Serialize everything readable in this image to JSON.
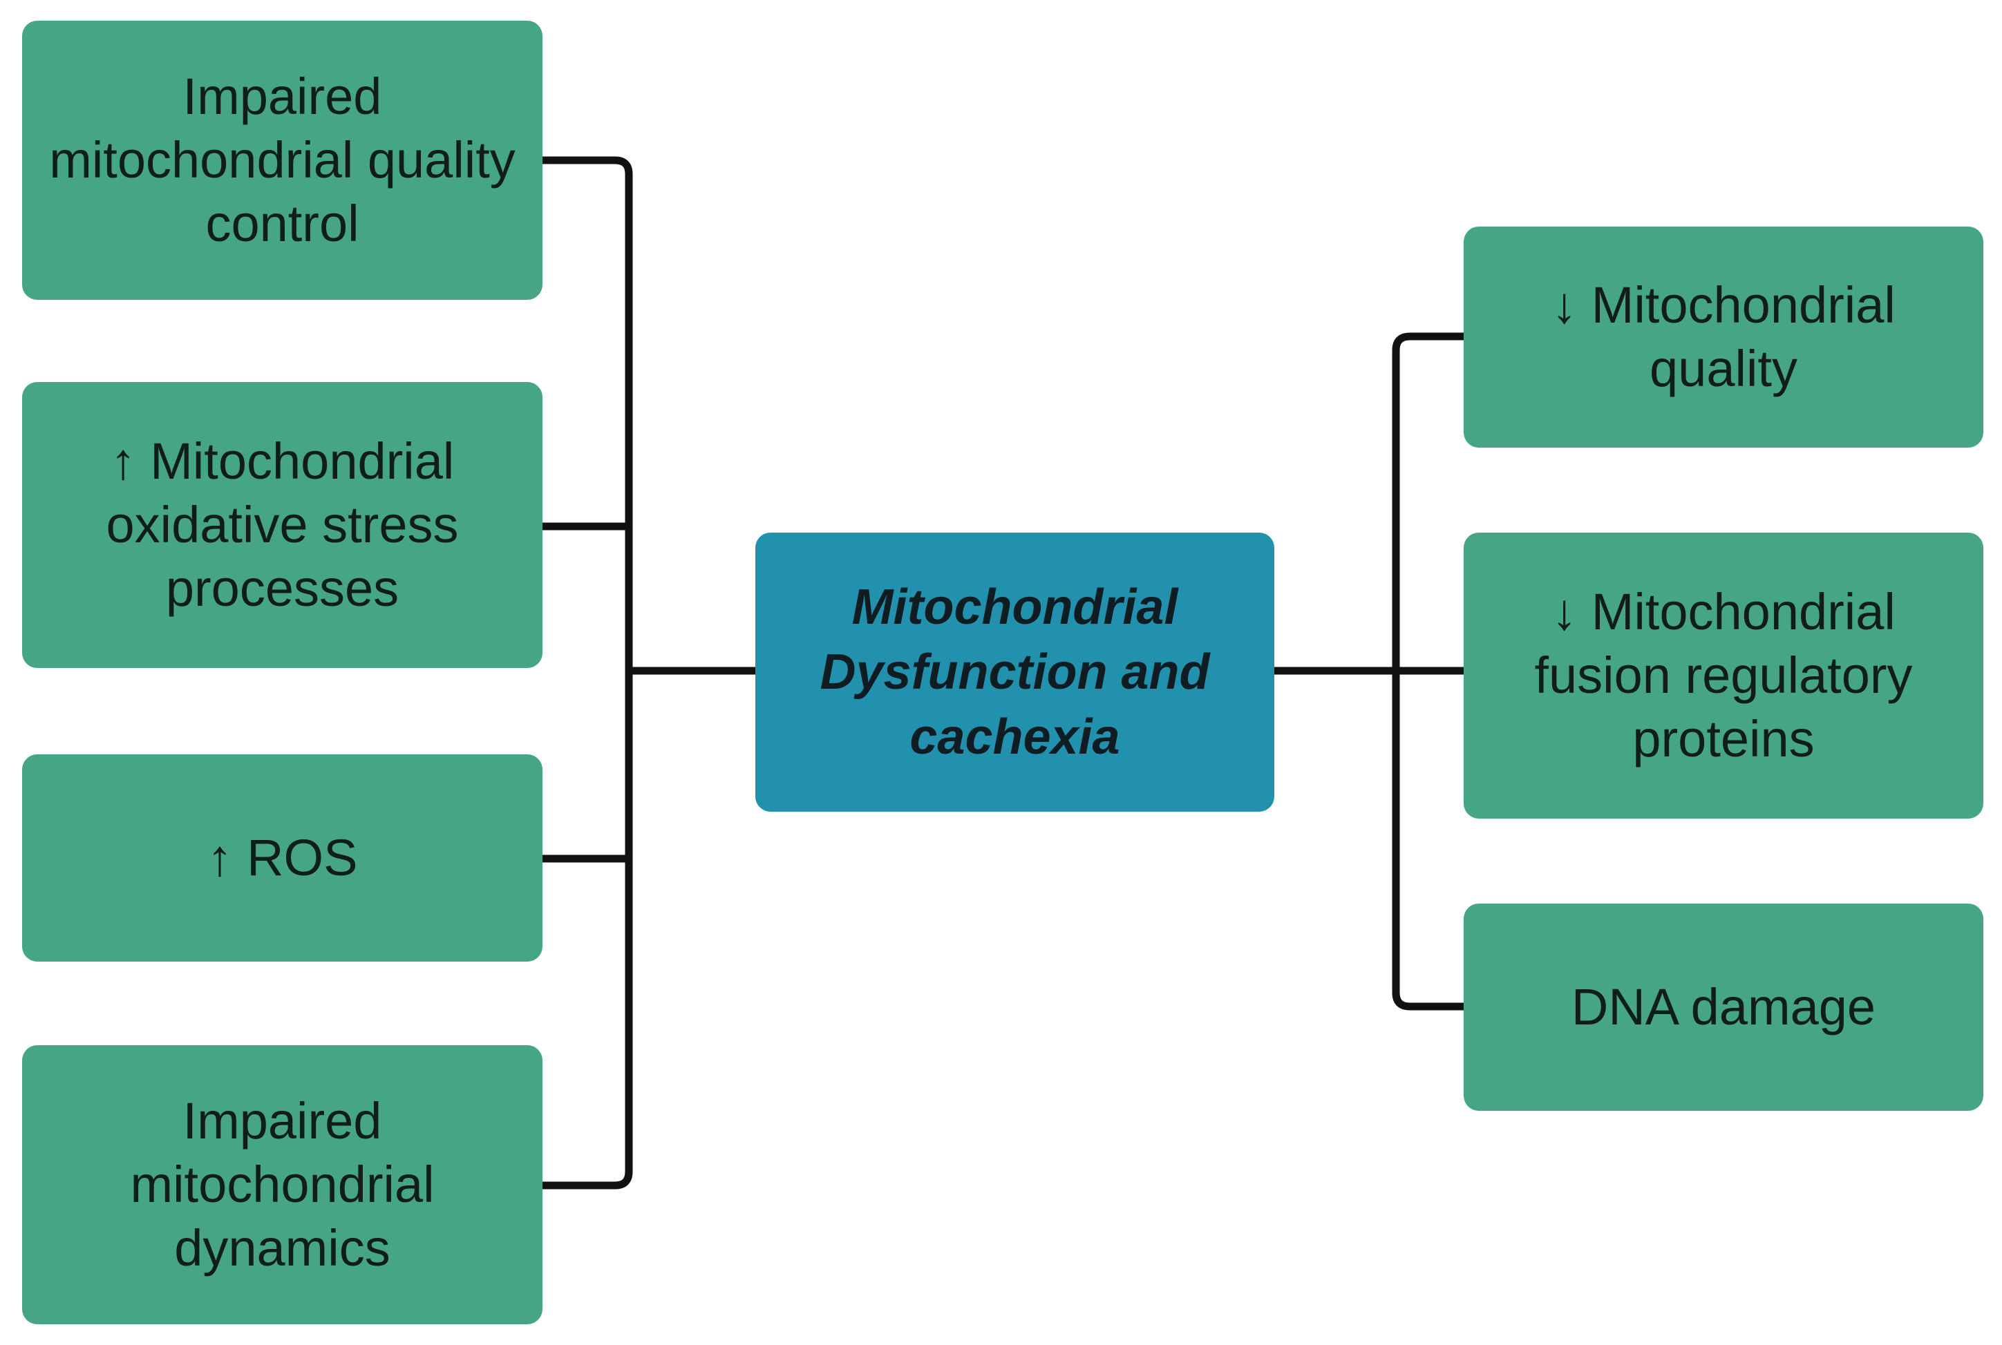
{
  "colors": {
    "side_box": "#45a586",
    "center_box": "#2291ad",
    "connector": "#111111",
    "text": "#111d1a"
  },
  "center": {
    "label": "Mitochondrial\nDysfunction and\ncachexia"
  },
  "left_causes": [
    {
      "label": "Impaired\nmitochondrial quality\ncontrol"
    },
    {
      "label": "↑ Mitochondrial\noxidative stress\nprocesses",
      "arrow": "up"
    },
    {
      "label": "↑ ROS",
      "arrow": "up"
    },
    {
      "label": "Impaired\nmitochondrial\ndynamics"
    }
  ],
  "right_effects": [
    {
      "label": "↓ Mitochondrial\nquality",
      "arrow": "down"
    },
    {
      "label": "↓ Mitochondrial\nfusion regulatory\nproteins",
      "arrow": "down"
    },
    {
      "label": "DNA damage"
    }
  ]
}
